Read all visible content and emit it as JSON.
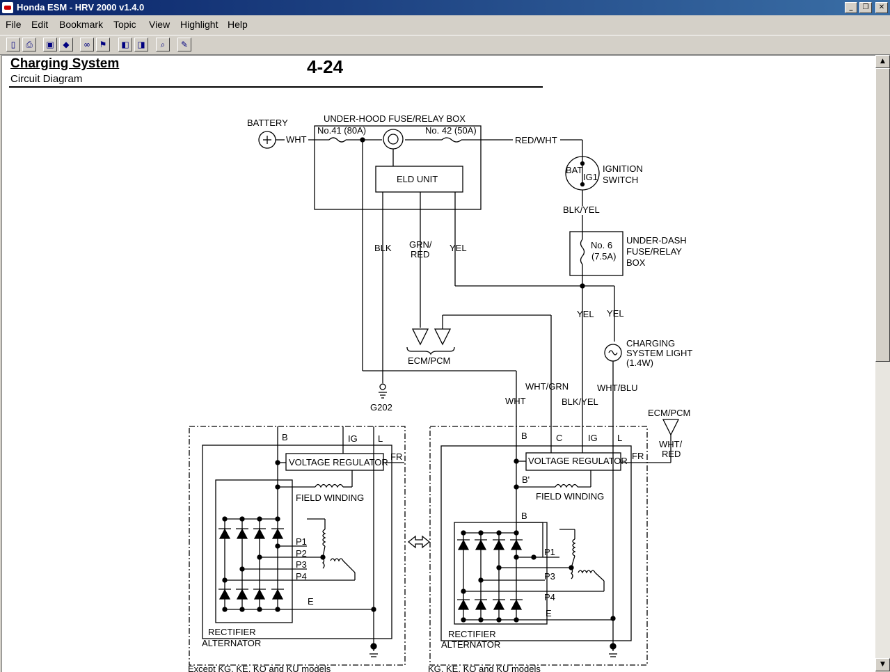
{
  "window": {
    "title": "Honda ESM - HRV 2000 v1.4.0"
  },
  "menu": [
    "File",
    "Edit",
    "Bookmark",
    "Topic",
    "View",
    "Highlight",
    "Help"
  ],
  "toolbar": [
    "book-icon",
    "print-icon",
    "folder-up-icon",
    "folder-back-icon",
    "binoculars-icon",
    "bookmark-icon",
    "page-back-icon",
    "page-forward-icon",
    "zoom-icon",
    "highlight-pen-icon"
  ],
  "page": {
    "title": "Charging System",
    "subtitle": "Circuit Diagram",
    "number": "4-24"
  },
  "diagram": {
    "battery": "BATTERY",
    "wht1": "WHT",
    "fusebox_title": "UNDER-HOOD FUSE/RELAY BOX",
    "fuse41": "No.41 (80A)",
    "fuse42": "No. 42 (50A)",
    "eld": "ELD UNIT",
    "red_wht": "RED/WHT",
    "bat": "BAT",
    "ig1": "IG1",
    "ign1": "IGNITION",
    "ign2": "SWITCH",
    "blk_yel1": "BLK/YEL",
    "fuse6a": "No. 6",
    "fuse6b": "(7.5A)",
    "udash1": "UNDER-DASH",
    "udash2": "FUSE/RELAY",
    "udash3": "BOX",
    "blk": "BLK",
    "grn": "GRN/",
    "red": "RED",
    "yel1": "YEL",
    "yel2": "YEL",
    "yel3": "YEL",
    "ecm1": "ECM/PCM",
    "csl1": "CHARGING",
    "csl2": "SYSTEM LIGHT",
    "csl3": "(1.4W)",
    "g202": "G202",
    "wht_grn": "WHT/GRN",
    "wht2": "WHT",
    "blk_yel2": "BLK/YEL",
    "wht_blu": "WHT/BLU",
    "ecm2": "ECM/PCM",
    "wht_red1": "WHT/",
    "wht_red2": "RED",
    "b": "B",
    "c": "C",
    "ig": "IG",
    "l": "L",
    "fr": "FR",
    "bprime": "B'",
    "vr": "VOLTAGE REGULATOR",
    "fw": "FIELD WINDING",
    "p1": "P1",
    "p2": "P2",
    "p3": "P3",
    "p4": "P4",
    "e": "E",
    "rect": "RECTIFIER",
    "alt": "ALTERNATOR",
    "note_left": "Except KG, KE, KQ and KU models",
    "note_right": "KG, KE, KQ and KU models"
  }
}
